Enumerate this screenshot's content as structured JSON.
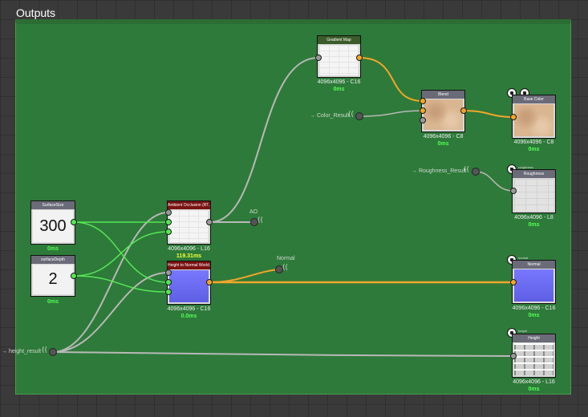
{
  "frame": {
    "title": "Outputs"
  },
  "nodes": {
    "surface_size": {
      "title": "SurfaceSize",
      "value": "300",
      "time": "0ms"
    },
    "surface_depth": {
      "title": "surfaceDepth",
      "value": "2",
      "time": "0ms"
    },
    "ambient_occlusion": {
      "title": "Ambient Occlusion (RT...",
      "size": "4096x4096 - L16",
      "time": "119.31ms"
    },
    "height_to_normal": {
      "title": "Height to Normal World...",
      "size": "4096x4096 - C16",
      "time": "0.0ms"
    },
    "gradient_map": {
      "title": "Gradient Map",
      "size": "4096x4096 - C16",
      "time": "0ms"
    },
    "blend": {
      "title": "Blend",
      "size": "4096x4096 - C8",
      "time": "0ms"
    },
    "base_color": {
      "title": "Base Color",
      "small_label": "basecolor",
      "size": "4096x4096 - C8",
      "time": "0ms"
    },
    "roughness": {
      "title": "Roughness",
      "small_label": "roughness",
      "size": "4096x4096 - L8",
      "time": "0ms"
    },
    "normal": {
      "title": "Normal",
      "small_label": "normal",
      "size": "4096x4096 - C16",
      "time": "0ms"
    },
    "height": {
      "title": "Height",
      "small_label": "height",
      "size": "4096x4096 - L16",
      "time": "0ms"
    }
  },
  "outputs": {
    "ao": "AO",
    "normal": "Normal",
    "color_result": "→ Color_Result",
    "roughness_result": "→ Roughness_Result",
    "height_result": "→ height_result"
  },
  "icons": {
    "output_bubble": "output-node-icon",
    "pin_ring": "ring-icon"
  },
  "colors": {
    "frame": "#2e7a3a",
    "wire_grey": "#b8b8b8",
    "wire_green": "#55e655",
    "wire_orange": "#f2a62a",
    "time_green": "#53ff53",
    "time_yellow": "#f6ff3a"
  }
}
